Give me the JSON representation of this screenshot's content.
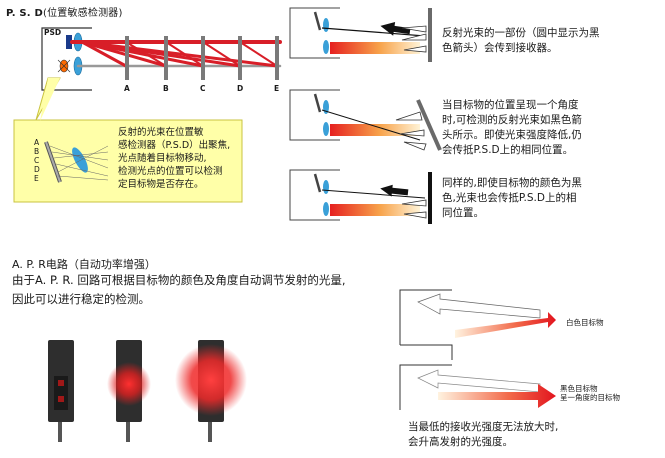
{
  "psd": {
    "title": "P. S. D",
    "title_sub": "(位置敏感检测器)",
    "psd_label": "PSD",
    "positions": [
      "A",
      "B",
      "C",
      "D",
      "E"
    ],
    "callout_lines": [
      "反射的光束在位置敏",
      "感检测器（P.S.D）出聚焦,",
      "光点随着目标物移动,",
      "检测光点的位置可以检测",
      "定目标物是否存在。"
    ],
    "callout_positions": [
      "A",
      "B",
      "C",
      "D",
      "E"
    ]
  },
  "cases": [
    {
      "lines": [
        "反射光束的一部份（圆中显示为黑",
        "色箭头）会传到接收器。"
      ]
    },
    {
      "lines": [
        "当目标物的位置呈现一个角度",
        "时,可检测的反射光束如黑色箭",
        "头所示。即使光束强度降低,仍",
        "会传抵P.S.D上的相同位置。"
      ]
    },
    {
      "lines": [
        "同样的,即使目标物的颜色为黑",
        "色,光束也会传抵P.S.D上的相",
        "同位置。"
      ]
    }
  ],
  "apr": {
    "title": "A. P. R电路（自动功率增强）",
    "body_lines": [
      "由于A. P. R. 回路可根据目标物的颜色及角度自动调节发射的光量,",
      "因此可以进行稳定的检测。"
    ],
    "white_target_label": "白色目标物",
    "black_target_label_lines": [
      "黑色目标物",
      "呈一角度的目标物"
    ],
    "caption_lines": [
      "当最低的接收光强度无法放大时,",
      "会升高发射的光强度。"
    ]
  },
  "colors": {
    "beam_red": "#d81e28",
    "callout_fill": "#ffffa8",
    "callout_border": "#c9c340",
    "lens_blue": "#3aa0d8",
    "sensor_body": "#2e2e2e"
  }
}
